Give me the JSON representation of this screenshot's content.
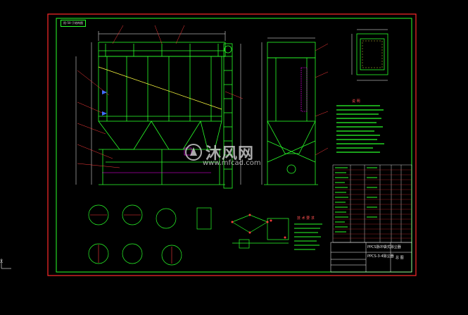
{
  "drawing": {
    "corner_tag": "阳-50-于结构图",
    "detail_title": "技 术 要 求",
    "notes_title": "说 明",
    "title_block_name": "PPCS-3-4除尘器",
    "title_block_sub": "PPCS脉冲袋式除尘器",
    "sheet_label": "总 图",
    "axis_indicator": "X"
  },
  "watermark": {
    "main": "沐风网",
    "sub": "www.mfcad.com"
  },
  "colors": {
    "background": "#000000",
    "frame": "#ff2a2a",
    "linework": "#2aff2a",
    "accent": "#ff3b3b",
    "dim": "#ffffff",
    "hatch": "#ff00ff",
    "blue": "#3f6cff",
    "yellow": "#ffff40"
  }
}
